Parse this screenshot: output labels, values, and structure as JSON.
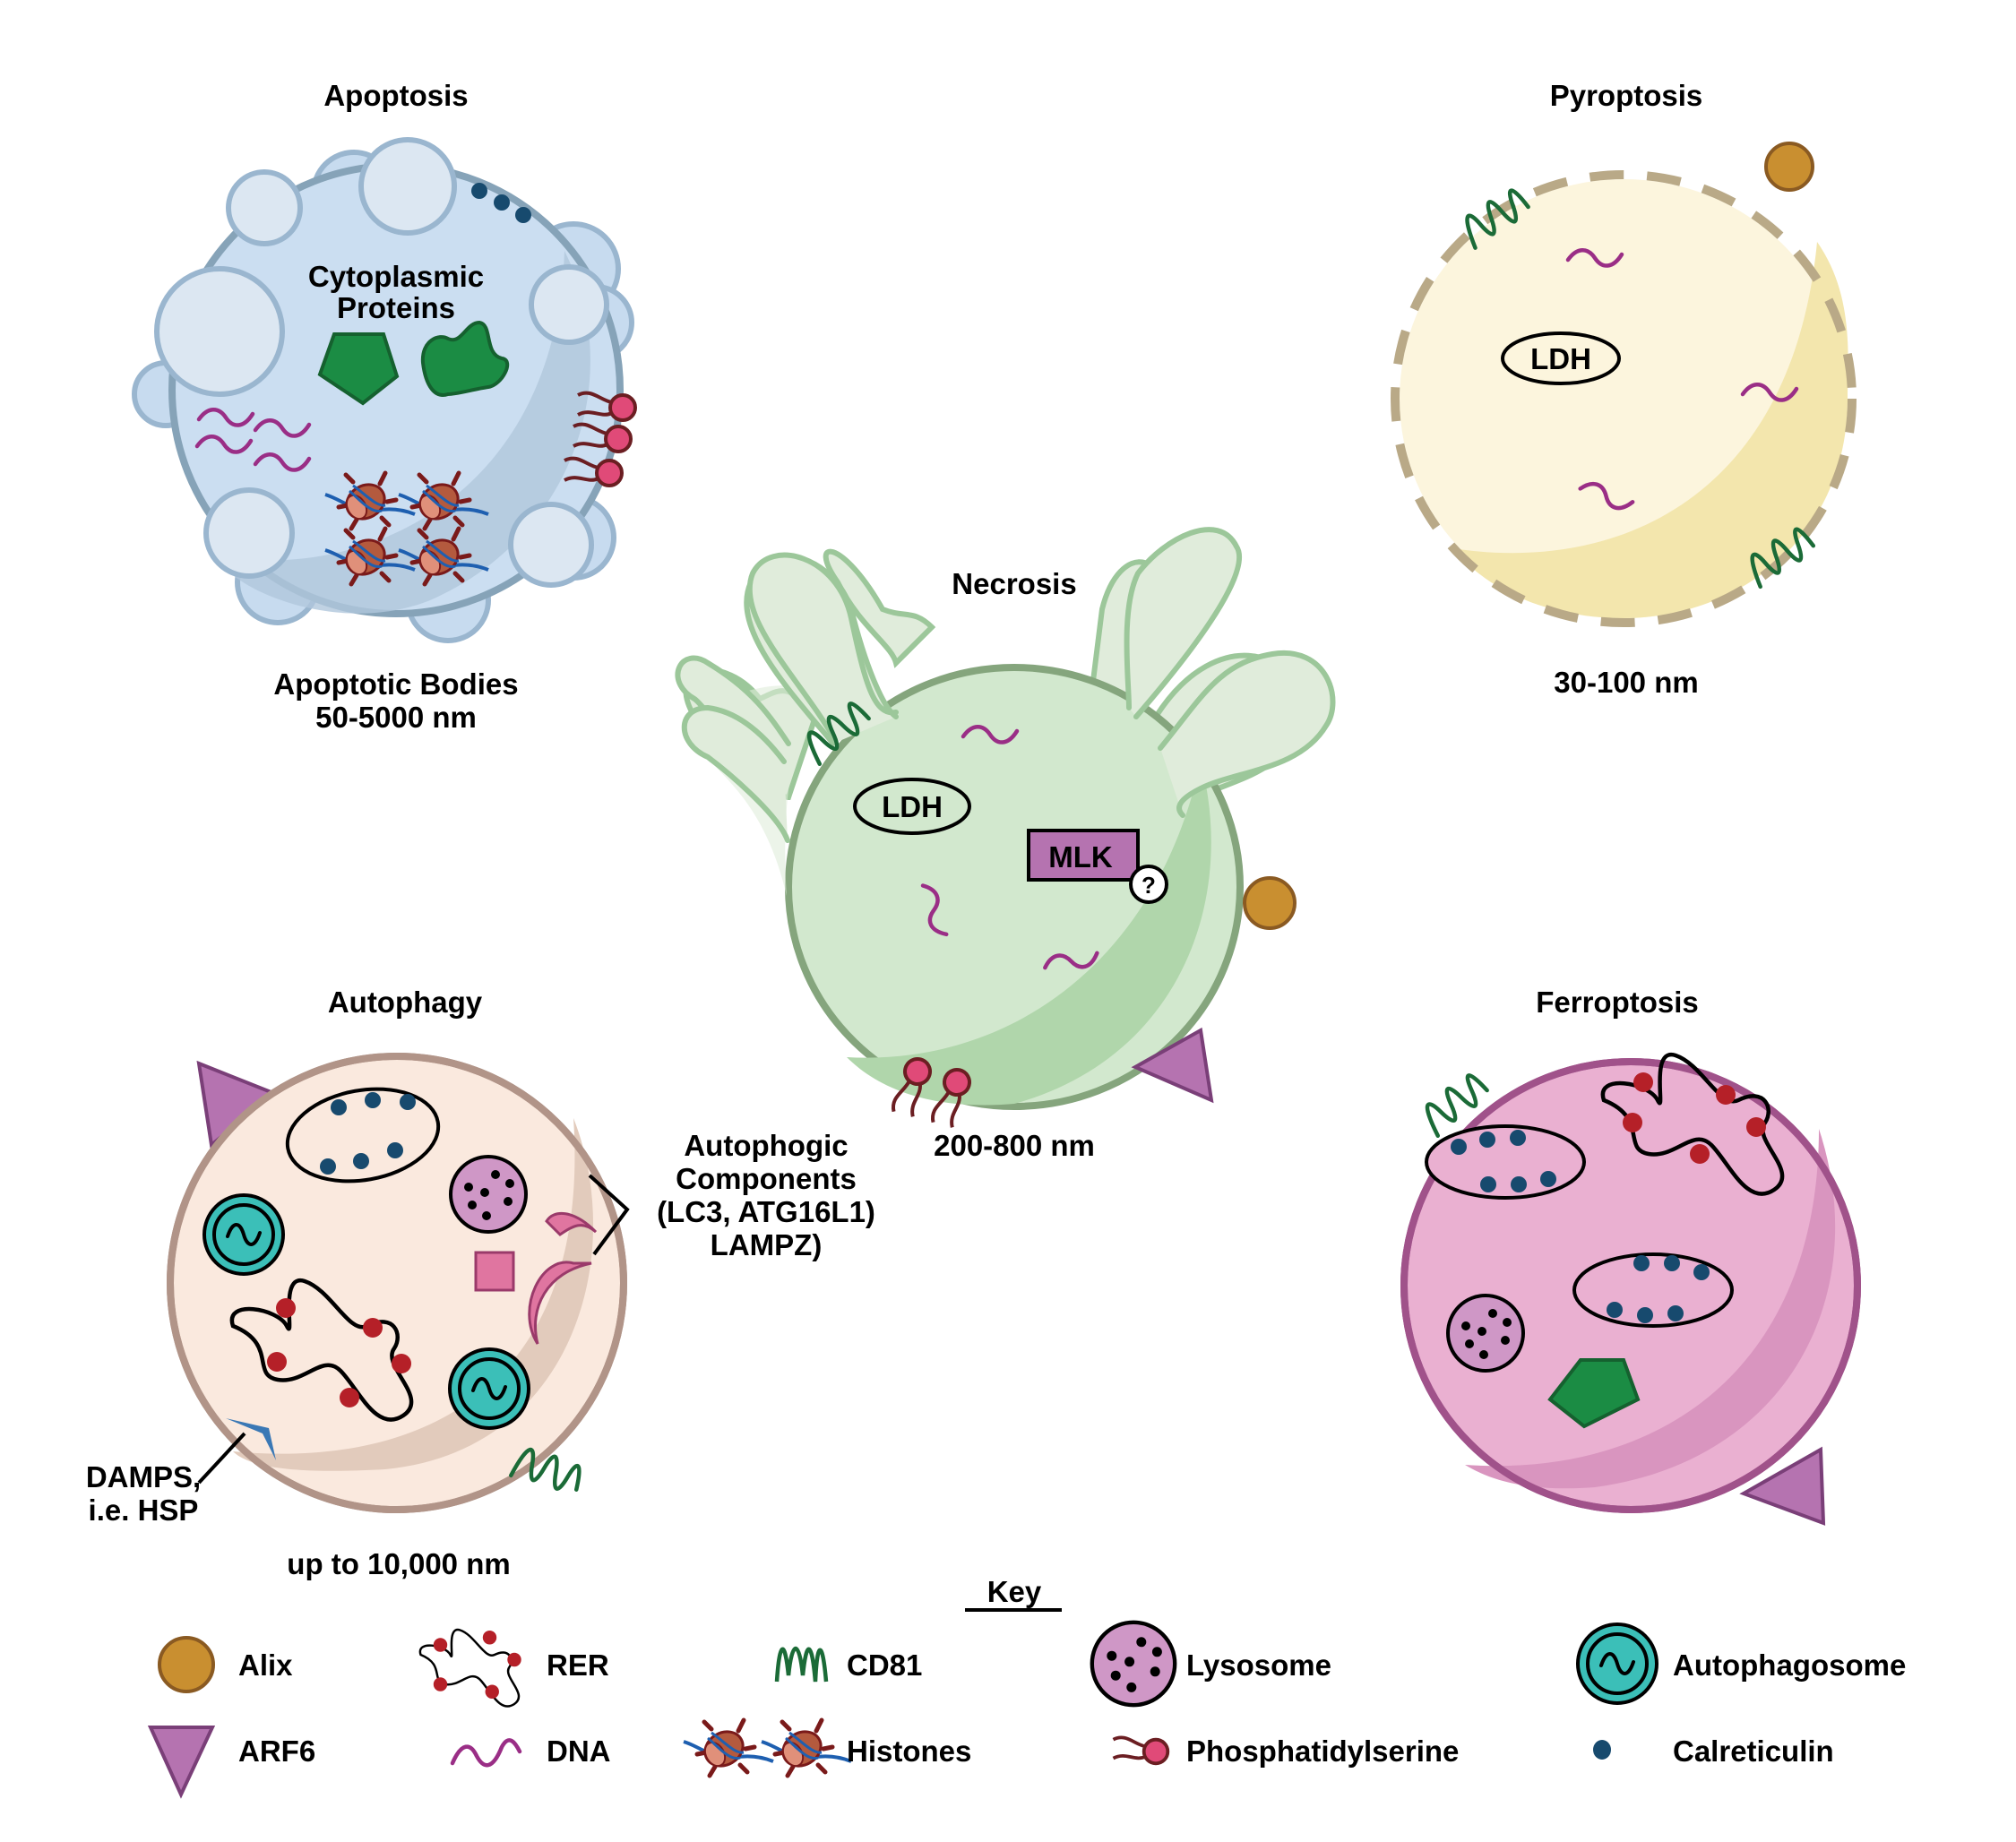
{
  "figure": {
    "panels": {
      "apoptosis": {
        "title": "Apoptosis",
        "inner_label_1": "Cytoplasmic",
        "inner_label_2": "Proteins",
        "size_label_1": "Apoptotic Bodies",
        "size_label_2": "50-5000 nm"
      },
      "pyroptosis": {
        "title": "Pyroptosis",
        "ldh": "LDH",
        "size_label": "30-100 nm"
      },
      "necrosis": {
        "title": "Necrosis",
        "ldh": "LDH",
        "mlk": "MLK",
        "question": "?",
        "size_label": "200-800 nm"
      },
      "autophagy": {
        "title": "Autophagy",
        "components_1": "Autophogic",
        "components_2": "Components",
        "components_3": "(LC3, ATG16L1)",
        "components_4": "LAMPZ)",
        "damps_1": "DAMPS,",
        "damps_2": "i.e. HSP",
        "size_label": "up to 10,000 nm"
      },
      "ferroptosis": {
        "title": "Ferroptosis"
      }
    },
    "key": {
      "title": "Key",
      "items": [
        {
          "label": "Alix",
          "icon": "alix-icon"
        },
        {
          "label": "RER",
          "icon": "rer-icon"
        },
        {
          "label": "CD81",
          "icon": "cd81-icon"
        },
        {
          "label": "Lysosome",
          "icon": "lysosome-icon"
        },
        {
          "label": "Autophagosome",
          "icon": "autophagosome-icon"
        },
        {
          "label": "ARF6",
          "icon": "arf6-icon"
        },
        {
          "label": "DNA",
          "icon": "dna-icon"
        },
        {
          "label": "Histones",
          "icon": "histones-icon"
        },
        {
          "label": "Phosphatidylserine",
          "icon": "phosphatidylserine-icon"
        },
        {
          "label": "Calreticulin",
          "icon": "calreticulin-icon"
        }
      ]
    },
    "colors": {
      "alix": "#c98f30",
      "arf6": "#b573b0",
      "cd81": "#1b6b37",
      "dna": "#9a2e86",
      "calreticulin": "#174a6e",
      "phosphatidylserine": "#e04a78",
      "protein_green": "#1b8c44",
      "autophagosome": "#3bbfb8",
      "lysosome": "#cf97c6",
      "rer_dot": "#b52028"
    }
  }
}
